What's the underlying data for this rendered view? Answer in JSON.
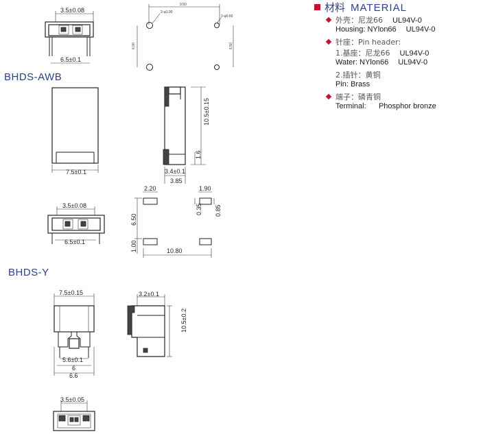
{
  "labels": {
    "awb": "BHDS-AWB",
    "y": "BHDS-Y"
  },
  "material": {
    "title_zh": "材料",
    "title_en": "MATERIAL",
    "items": [
      {
        "text": "外壳：尼龙66",
        "extra": "UL94V-0"
      },
      {
        "text": "Housing:  NYlon66",
        "extra": "UL94V-0"
      },
      {
        "text": "针座：Pin header:",
        "extra": ""
      },
      {
        "text": "1.基座：尼龙66",
        "extra": "UL94V-0"
      },
      {
        "text": "Water:  NYlon66",
        "extra": "UL94V-0"
      },
      {
        "text": "2.插针：黄铜",
        "extra": ""
      },
      {
        "text": "Pin:  Brass",
        "extra": ""
      },
      {
        "text": "端子：磷青铜",
        "extra": ""
      },
      {
        "text": "Terminal:      Phosphor bronze",
        "extra": ""
      }
    ]
  },
  "dims": {
    "top_width": "3.5±0.08",
    "top_base": "6.5±0.1",
    "pcb_9_50": "9.50",
    "pcb_hole_a": "2-φ1.00",
    "pcb_hole_b": "2-φ0.60",
    "pcb_6_00": "6.00",
    "pcb_6_50": "6.50",
    "front_width": "7.5±0.1",
    "side_height": "10.5±0.15",
    "side_1_6": "1.6",
    "side_3_4": "3.4±0.1",
    "side_3_85": "3.85",
    "pad_2_20": "2.20",
    "pad_1_90": "1.90",
    "pad_0_35": "0.35",
    "pad_0_85": "0.85",
    "pad_6_50": "6.50",
    "pad_1_00": "1.00",
    "pad_10_80": "10.80",
    "mid_width": "3.5±0.08",
    "mid_base": "6.5±0.1",
    "y_top": "7.5±0.15",
    "y_inner": "5.6±0.1",
    "y_6": "6",
    "y_6_6": "6.6",
    "y_side_w": "3.2±0.1",
    "y_side_h": "10.5±0.2",
    "y_bottom": "3.5±0.05"
  }
}
